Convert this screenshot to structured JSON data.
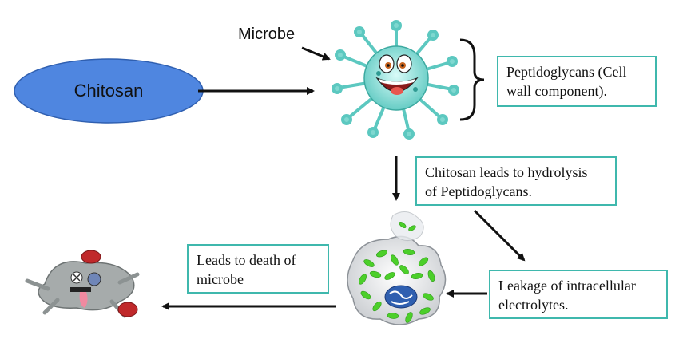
{
  "diagram": {
    "start_node": "Chitosan",
    "microbe_label": "Microbe",
    "boxes": {
      "peptidoglycans": [
        "Peptidoglycans (Cell",
        "wall component)."
      ],
      "hydrolysis": [
        "Chitosan leads to hydrolysis",
        "of Peptidoglycans."
      ],
      "leakage": [
        "Leakage of intracellular",
        "electrolytes."
      ],
      "death": [
        "Leads to death of",
        "microbe"
      ]
    },
    "colors": {
      "ellipse_fill": "#4f86e0",
      "box_border": "#3fb8ad",
      "arrow": "#111111",
      "microbe_body": "#9fe6e0",
      "lysed_cell_dots": "#4ccf2a"
    },
    "icons": [
      "happy-microbe-icon",
      "lysed-cell-icon",
      "dead-microbe-icon"
    ]
  }
}
